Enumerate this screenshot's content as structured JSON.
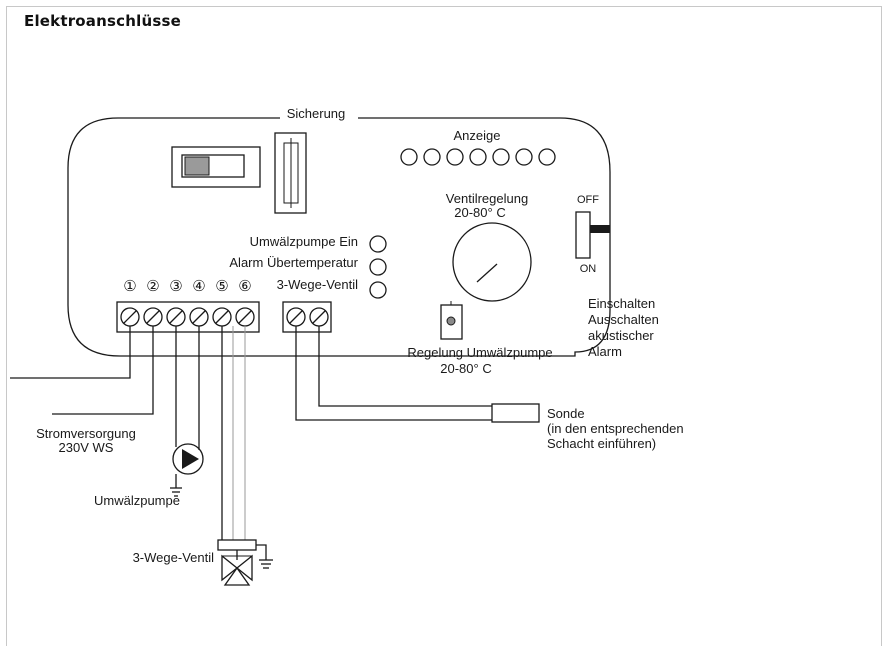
{
  "header": {
    "title": "Elektroanschlüsse"
  },
  "diagram": {
    "labels": {
      "sicherung": "Sicherung",
      "anzeige": "Anzeige",
      "ventilregelung": "Ventilregelung",
      "ventil_range": "20-80° C",
      "off": "OFF",
      "on": "ON",
      "umwaelzpumpe_ein": "Umwälzpumpe Ein",
      "alarm_uebertemperatur": "Alarm Übertemperatur",
      "dreiwege_ventil_led": "3-Wege-Ventil",
      "switch_line1": "Einschalten",
      "switch_line2": "Ausschalten",
      "switch_line3": "akustischer",
      "switch_line4": "Alarm",
      "regelung_pumpe": "Regelung Umwälzpumpe",
      "regelung_range": "20-80° C",
      "sonde_line1": "Sonde",
      "sonde_line2": "(in den entsprechenden",
      "sonde_line3": "Schacht einführen)",
      "strom_line1": "Stromversorgung",
      "strom_line2": "230V WS",
      "umwaelzpumpe": "Umwälzpumpe",
      "dreiwege_ventil": "3-Wege-Ventil"
    },
    "terminals": [
      "①",
      "②",
      "③",
      "④",
      "⑤",
      "⑥"
    ]
  }
}
